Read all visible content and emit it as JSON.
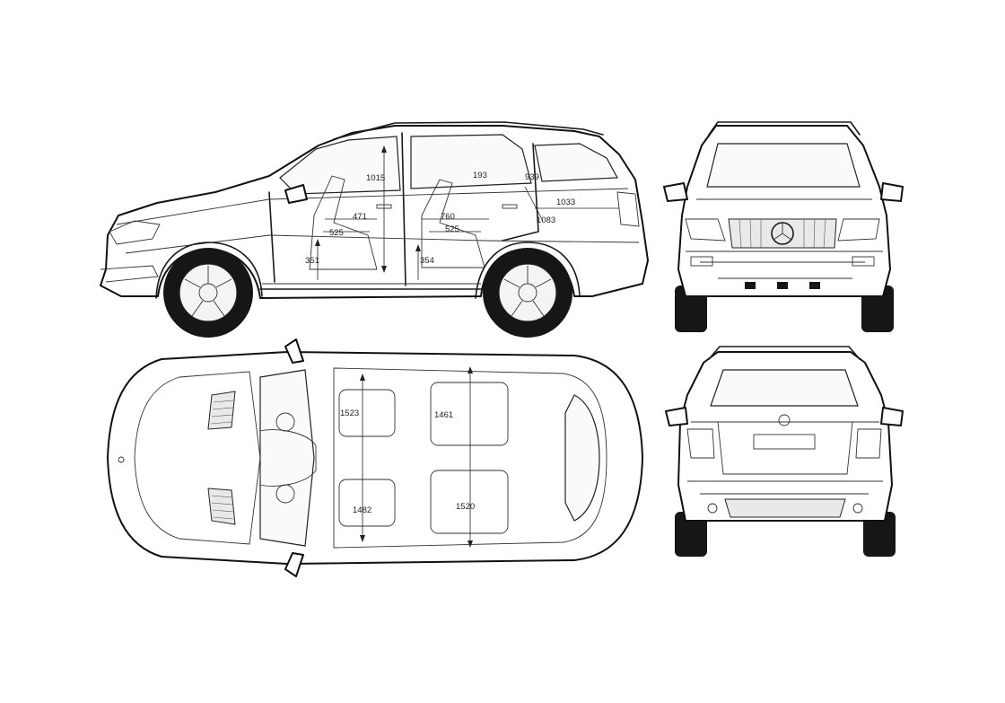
{
  "views": [
    "side",
    "front",
    "top",
    "rear"
  ],
  "dimensions": {
    "side": [
      "1015",
      "193",
      "939",
      "471",
      "760",
      "1033",
      "1083",
      "525",
      "525",
      "351",
      "354"
    ],
    "top": [
      "1523",
      "1461",
      "1482",
      "1520"
    ]
  }
}
